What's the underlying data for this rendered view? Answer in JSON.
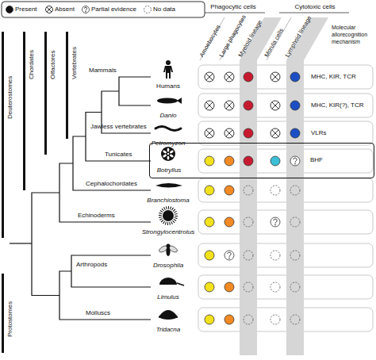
{
  "diagram": {
    "nodes": [
      {
        "text": [
          "Botryllus",
          "BHF"
        ]
      }
    ],
    "labels": [
      "Phagocytic cells",
      "Cytotoxic cells",
      "Amoebocytes",
      "Large phagocytes",
      "Myeloid lineage",
      "Morula cells",
      "Lymphoid lineage",
      "Molecular allorecognition mechanism",
      "Deuterostomes",
      "Chordates",
      "Olfactores",
      "Vertebrates",
      "Protostomes",
      "Mammals",
      "Jawless vertebrates",
      "Tunicates",
      "Cephalochordates",
      "Echinoderms",
      "Arthropods",
      "Molluscs",
      "Humans",
      "Danio",
      "Petromyzon",
      "Branchiostoma",
      "Strongylocentrotus",
      "Drosophila",
      "Limulus",
      "Tridacna",
      "MHC, KIR, TCR",
      "MHC, KIR(?), TCR",
      "VLRs"
    ],
    "legend": [
      {
        "text": "Present"
      },
      {
        "text": "Absent"
      },
      {
        "text": "Partial evidence"
      },
      {
        "text": "No data"
      }
    ]
  }
}
